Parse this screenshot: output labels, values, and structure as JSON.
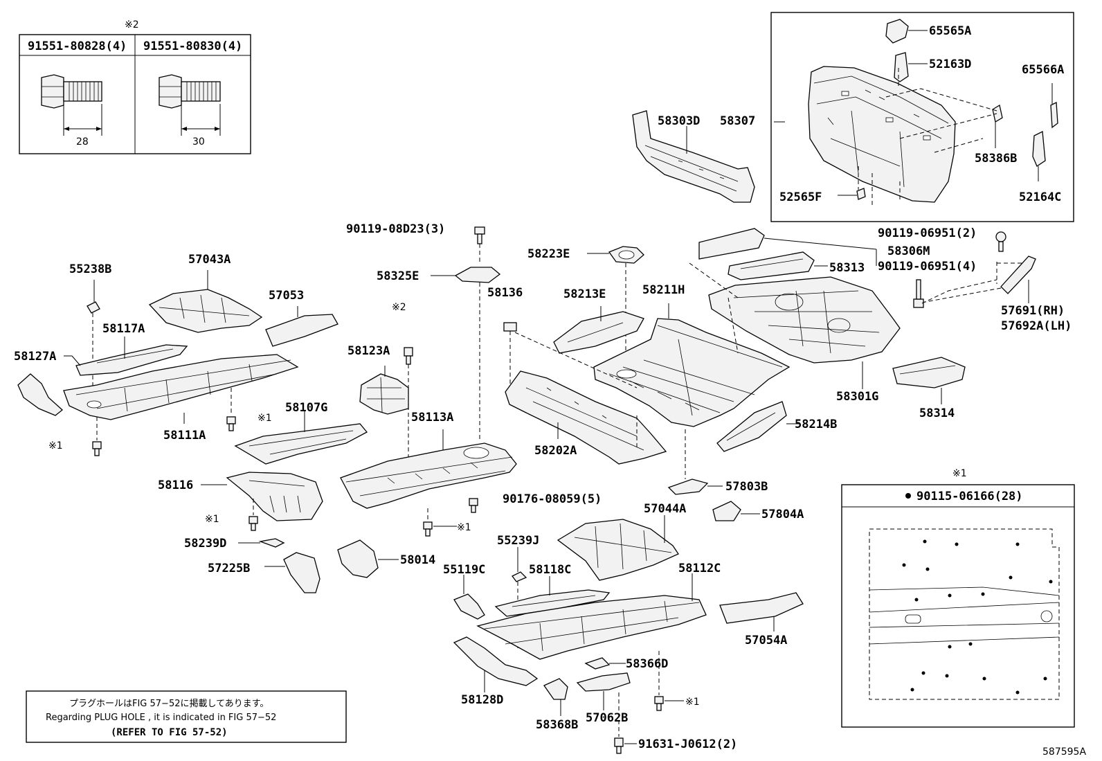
{
  "labels": {
    "p65565A": "65565A",
    "p52163D": "52163D",
    "p65566A": "65566A",
    "p58386B": "58386B",
    "p52565F": "52565F",
    "p52164C": "52164C",
    "p58303D": "58303D",
    "p58307": "58307",
    "b90119_06951_2": "90119-06951(2)",
    "p58306M": "58306M",
    "p58313": "58313",
    "b90119_06951_4": "90119-06951(4)",
    "p57691": "57691(RH)",
    "p57692A": "57692A(LH)",
    "p58223E": "58223E",
    "p58211H": "58211H",
    "p58213E": "58213E",
    "p58136": "58136",
    "p58301G": "58301G",
    "p58314": "58314",
    "p58214B": "58214B",
    "p58202A": "58202A",
    "b90119_08D23": "90119-08D23(3)",
    "p58325E": "58325E",
    "p58123A": "58123A",
    "p58113A": "58113A",
    "b90176_08059": "90176-08059(5)",
    "p55238B": "55238B",
    "p57043A": "57043A",
    "p57053": "57053",
    "p58117A": "58117A",
    "p58127A": "58127A",
    "p58111A": "58111A",
    "p58107G": "58107G",
    "p58116": "58116",
    "p58239D": "58239D",
    "p57225B": "57225B",
    "p58014": "58014",
    "p57803B": "57803B",
    "p57044A": "57044A",
    "p57804A": "57804A",
    "p55239J": "55239J",
    "p55119C": "55119C",
    "p58118C": "58118C",
    "p58112C": "58112C",
    "p57054A": "57054A",
    "p58366D": "58366D",
    "p58128D": "58128D",
    "p58368B": "58368B",
    "p57062B": "57062B",
    "b91631_J0612": "91631-J0612(2)",
    "mark1": "※1",
    "mark2": "※2"
  },
  "bolt_table": {
    "mark": "※2",
    "col1_part": "91551-80828(4)",
    "col2_part": "91551-80830(4)",
    "col1_len": "28",
    "col2_len": "30"
  },
  "inset": {
    "mark": "※1",
    "header": "90115-06166(28)"
  },
  "note": {
    "line1": "プラグホールはFIG 57−52に掲載してあります。",
    "line2": "Regarding  PLUG  HOLE , it is indicated in  FIG  57−52",
    "line3": "(REFER TO FIG 57-52)"
  },
  "figure_id": "587595A"
}
